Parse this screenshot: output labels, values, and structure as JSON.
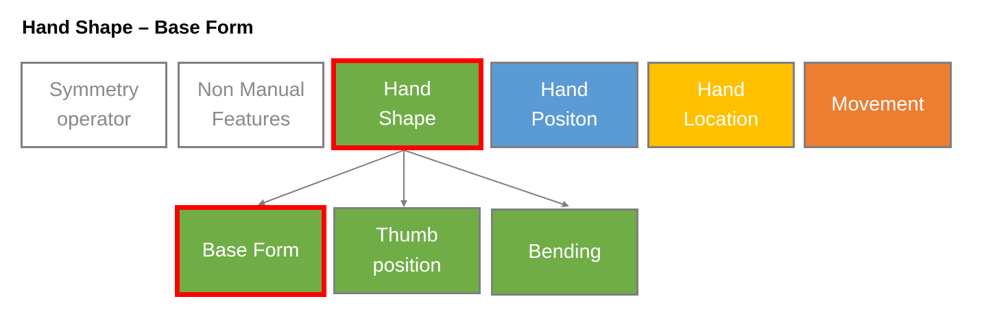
{
  "title": "Hand Shape – Base Form",
  "colors": {
    "outline_text": "#8a8a8a",
    "box_border": "#7f7f7f",
    "highlight_border": "#ff0000",
    "green": "#70ad47",
    "blue": "#5b9bd5",
    "yellow": "#ffc000",
    "orange": "#ed7d31",
    "arrow": "#7f7f7f"
  },
  "top_row": [
    {
      "label": "Symmetry\noperator",
      "fill": "#ffffff",
      "highlighted": false
    },
    {
      "label": "Non Manual\nFeatures",
      "fill": "#ffffff",
      "highlighted": false
    },
    {
      "label": "Hand\nShape",
      "fill": "#70ad47",
      "highlighted": true
    },
    {
      "label": "Hand\nPositon",
      "fill": "#5b9bd5",
      "highlighted": false
    },
    {
      "label": "Hand\nLocation",
      "fill": "#ffc000",
      "highlighted": false
    },
    {
      "label": "Movement",
      "fill": "#ed7d31",
      "highlighted": false
    }
  ],
  "sub_row": [
    {
      "label": "Base Form",
      "fill": "#70ad47",
      "highlighted": true
    },
    {
      "label": "Thumb\nposition",
      "fill": "#70ad47",
      "highlighted": false
    },
    {
      "label": "Bending",
      "fill": "#70ad47",
      "highlighted": false
    }
  ]
}
